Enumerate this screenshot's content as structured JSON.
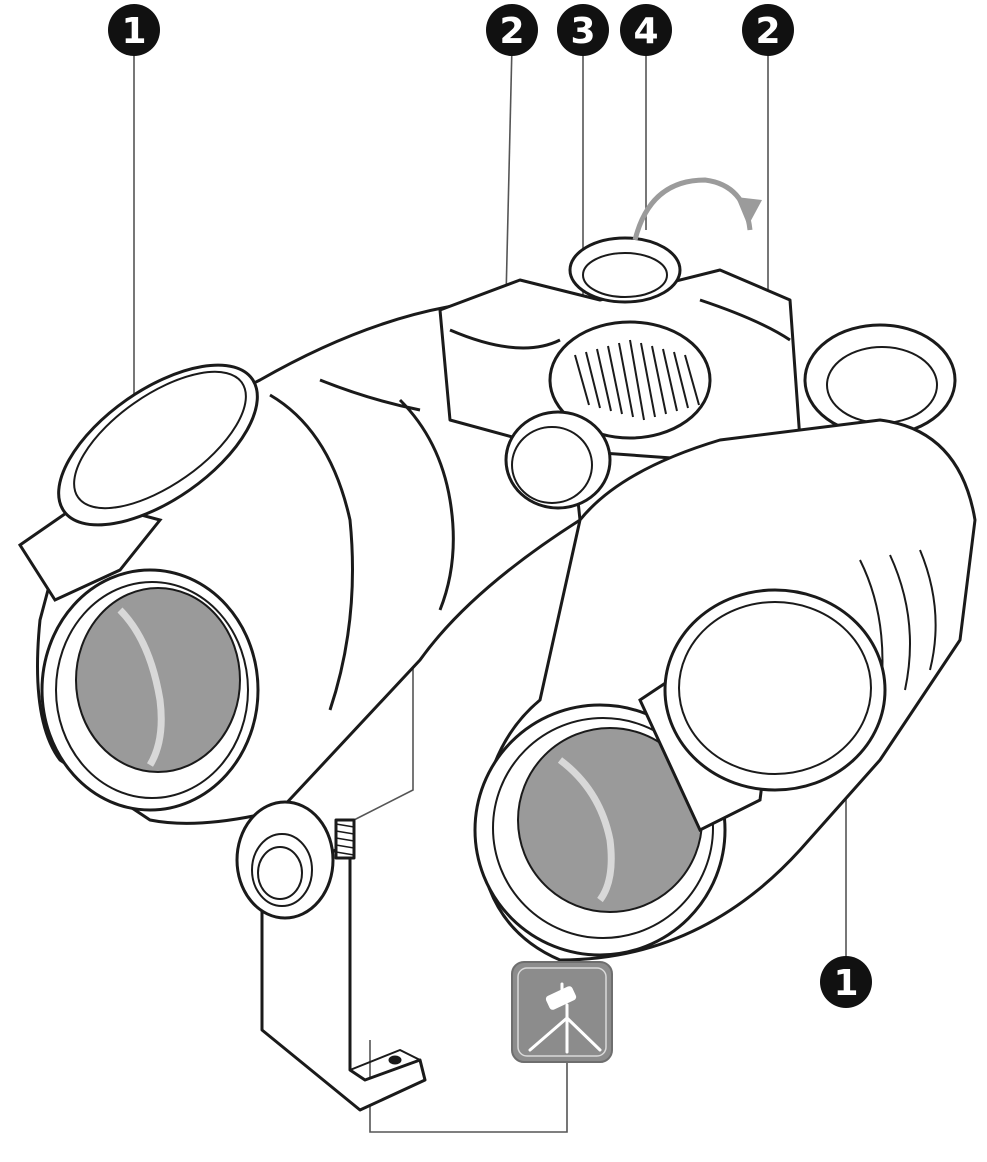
{
  "callouts": [
    {
      "id": "c1a",
      "label": "1",
      "part": "objective-lens-cap"
    },
    {
      "id": "c2a",
      "label": "2",
      "part": "ocular-prism-housing"
    },
    {
      "id": "c3",
      "label": "3",
      "part": "focus-wheel"
    },
    {
      "id": "c4",
      "label": "4",
      "part": "diopter-adjustment"
    },
    {
      "id": "c2b",
      "label": "2",
      "part": "ocular-prism-housing"
    },
    {
      "id": "c1b",
      "label": "1",
      "part": "objective-lens-cap"
    }
  ],
  "icons": {
    "tripod": "tripod-icon",
    "rotate_arrow": "rotate-arrow-icon"
  },
  "colors": {
    "callout_fill": "#111111",
    "callout_text": "#ffffff",
    "outline": "#1a1a1a",
    "lens_gray": "#9a9a9a",
    "tripod_bg": "#8c8c8c",
    "arrow_gray": "#9b9b9b"
  }
}
